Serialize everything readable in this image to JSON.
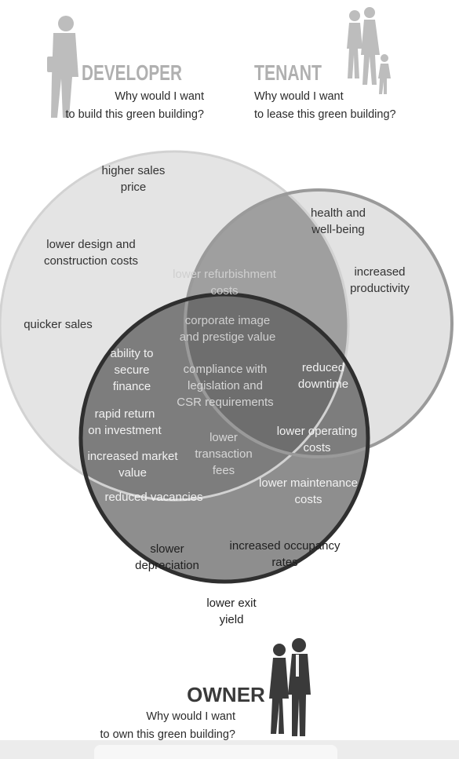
{
  "developer": {
    "title": "DEVELOPER",
    "question_line1": "Why would I want",
    "question_line2": "to build this green building?",
    "benefits": [
      [
        "higher sales",
        "price"
      ],
      [
        "lower design and",
        "construction costs"
      ],
      [
        "quicker sales"
      ]
    ]
  },
  "tenant": {
    "title": "TENANT",
    "question_line1": "Why would I want",
    "question_line2": "to lease this green building?",
    "benefits": [
      [
        "health and",
        "well-being"
      ],
      [
        "increased",
        "productivity"
      ]
    ]
  },
  "owner": {
    "title": "OWNER",
    "question_line1": "Why would I want",
    "question_line2": "to own this green building?",
    "benefits": [
      [
        "slower",
        "depreciation"
      ],
      [
        "increased occupancy",
        "rates"
      ],
      [
        "lower exit",
        "yield"
      ]
    ]
  },
  "developer_owner": {
    "benefits": [
      [
        "ability to",
        "secure",
        "finance"
      ],
      [
        "rapid return",
        "on investment"
      ],
      [
        "increased market",
        "value"
      ],
      [
        "reduced vacancies"
      ]
    ]
  },
  "tenant_owner": {
    "benefits": [
      [
        "reduced",
        "downtime"
      ],
      [
        "lower operating",
        "costs"
      ],
      [
        "lower maintenance",
        "costs"
      ]
    ]
  },
  "all_three": {
    "benefits": [
      [
        "lower refurbishment",
        "costs"
      ],
      [
        "corporate image",
        "and prestige value"
      ],
      [
        "compliance with",
        "legislation and",
        "CSR requirements"
      ],
      [
        "lower",
        "transaction",
        "fees"
      ]
    ]
  }
}
